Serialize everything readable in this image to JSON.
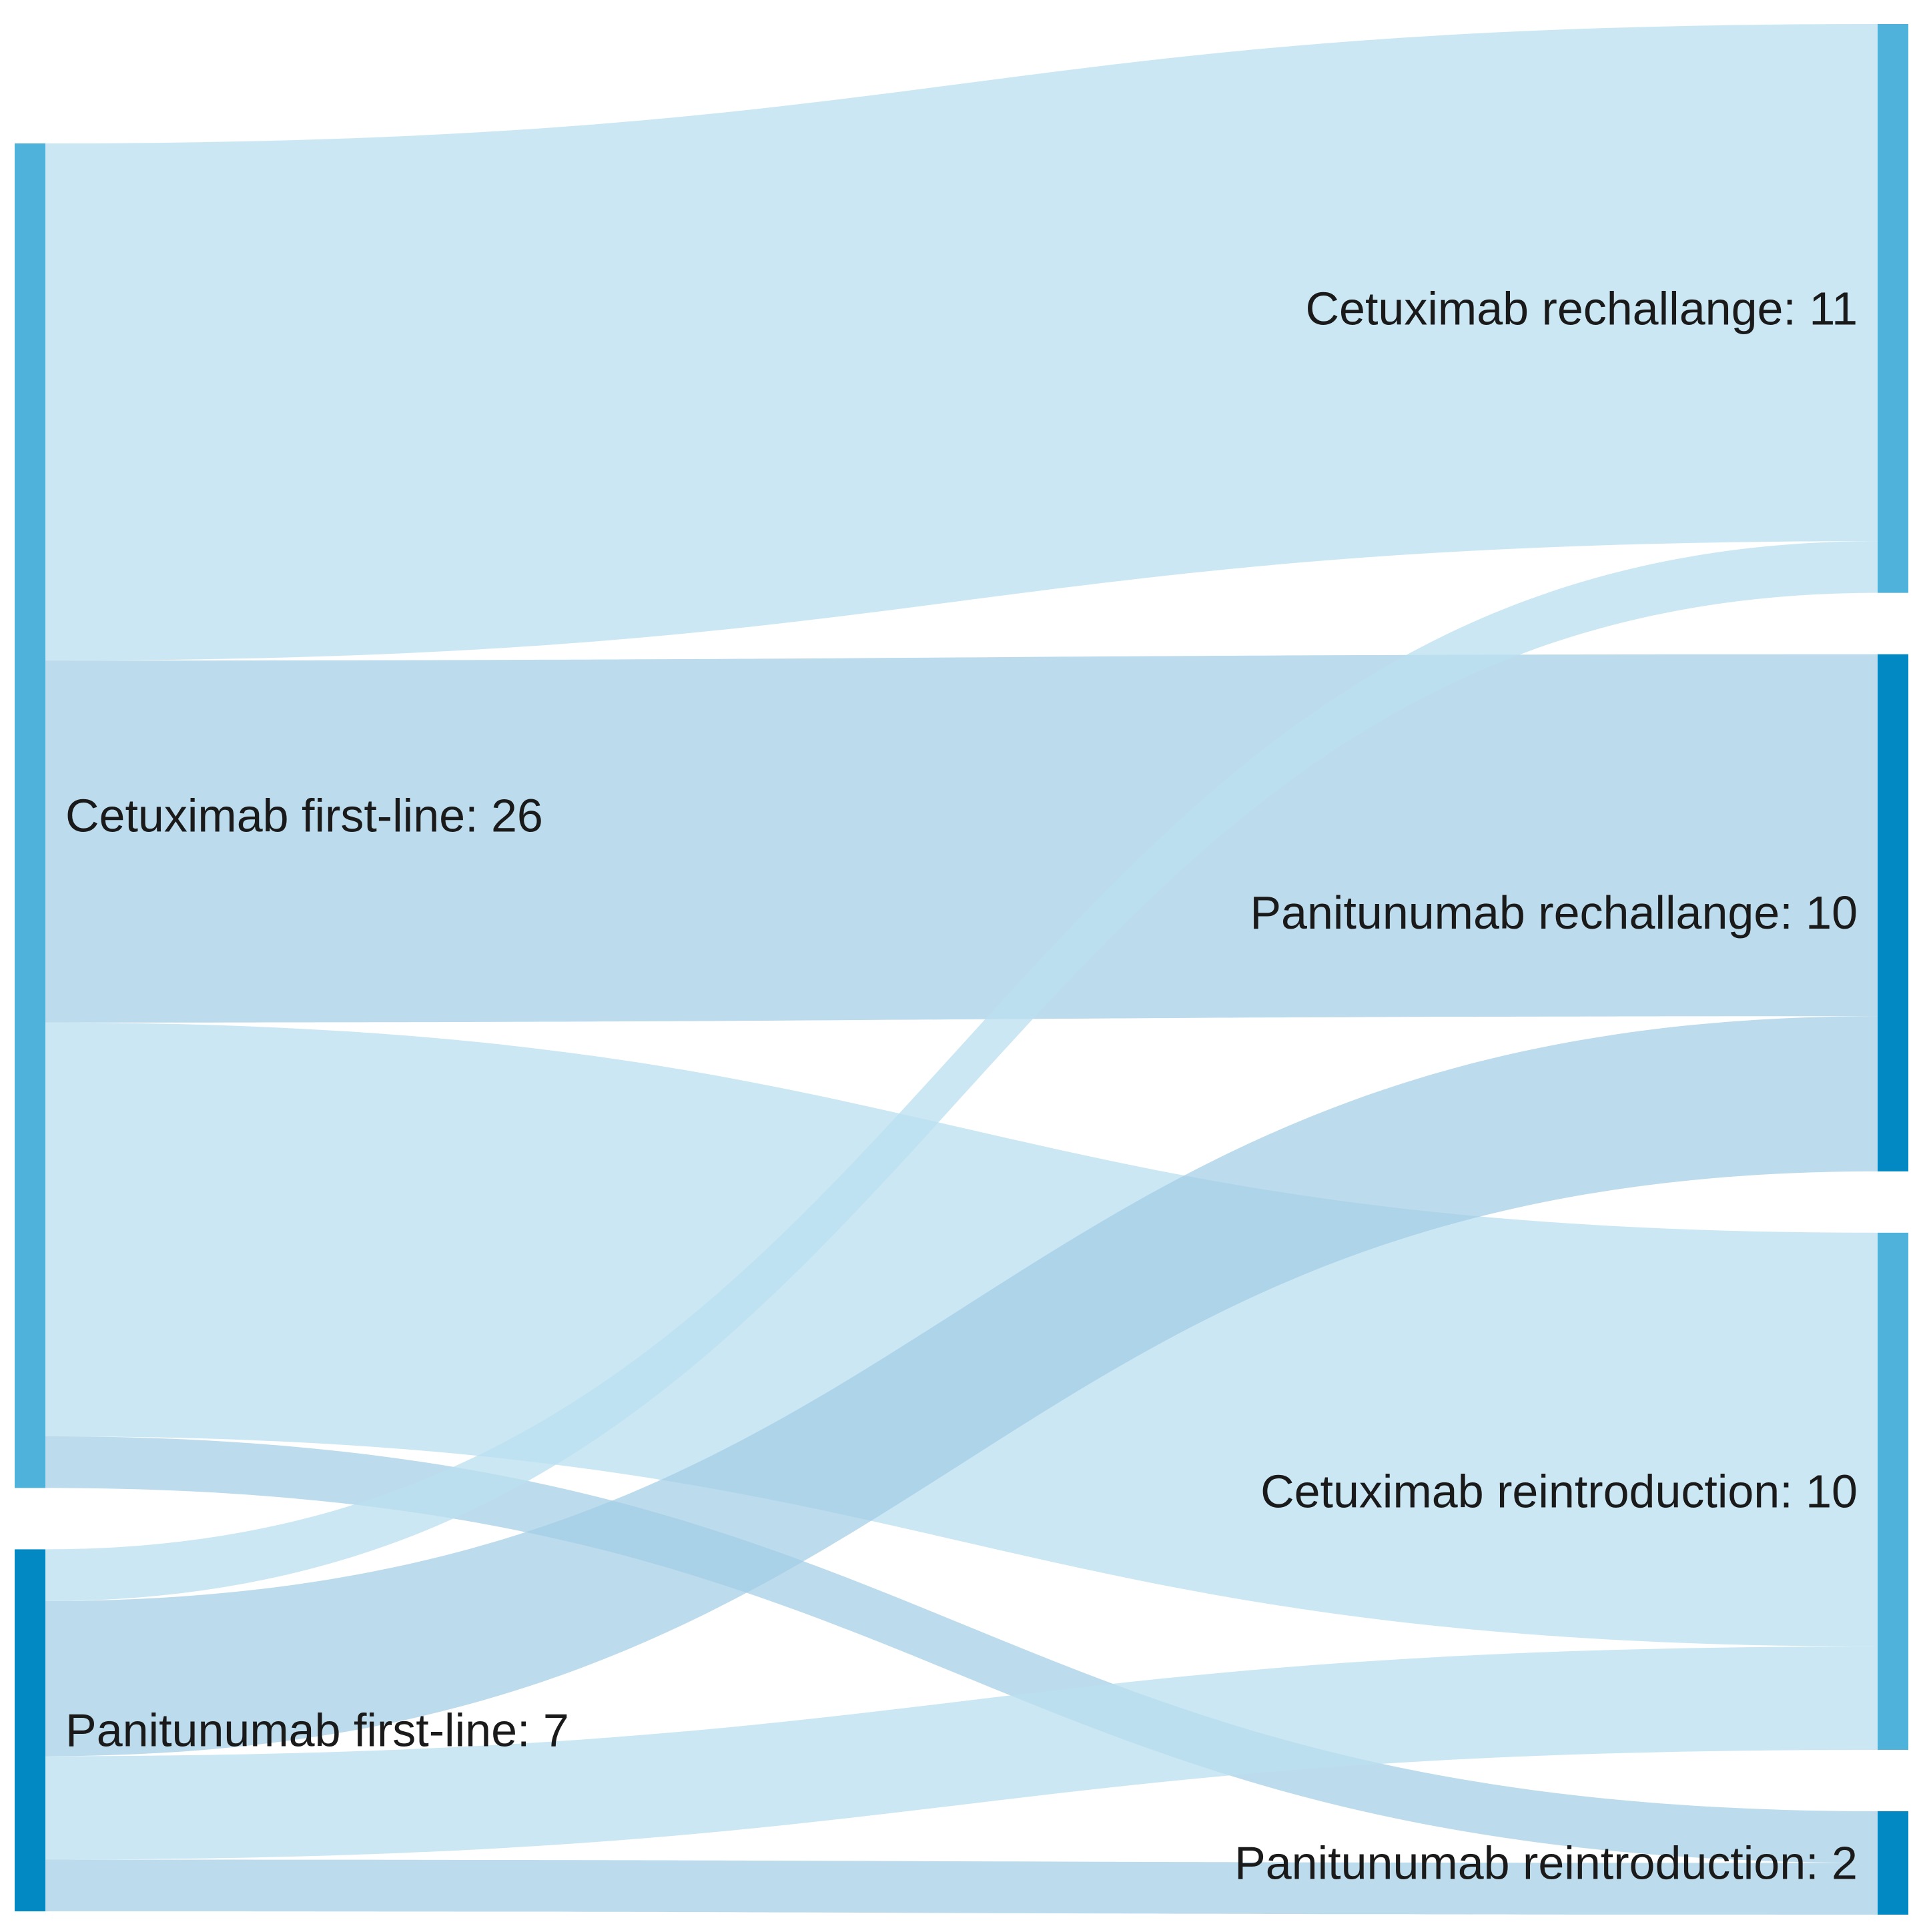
{
  "chart_data": {
    "type": "sankey",
    "colors": {
      "node_cetuximab": "#4fb2da",
      "node_panitunumab": "#0289c4",
      "link_light": "#bbe0f0",
      "link_medium": "#a2cde4",
      "link_alpha_light": 0.78,
      "link_alpha_medium": 0.72
    },
    "sources": [
      {
        "id": "cetux_first",
        "label": "Cetuximab first-line: 26",
        "value": 26,
        "color": "node_cetuximab"
      },
      {
        "id": "panit_first",
        "label": "Panitunumab first-line: 7",
        "value": 7,
        "color": "node_panitunumab"
      }
    ],
    "targets": [
      {
        "id": "cetux_rechal",
        "label": "Cetuximab rechallange: 11",
        "value": 11,
        "color": "node_cetuximab"
      },
      {
        "id": "panit_rechal",
        "label": "Panitunumab rechallange: 10",
        "value": 10,
        "color": "node_panitunumab"
      },
      {
        "id": "cetux_reintro",
        "label": "Cetuximab reintroduction: 10",
        "value": 10,
        "color": "node_cetuximab"
      },
      {
        "id": "panit_reintro",
        "label": "Panitunumab reintroduction: 2",
        "value": 2,
        "color": "node_panitunumab"
      }
    ],
    "links": [
      {
        "source": "cetux_first",
        "target": "cetux_rechal",
        "value": 10,
        "shade": "light"
      },
      {
        "source": "cetux_first",
        "target": "panit_rechal",
        "value": 7,
        "shade": "medium"
      },
      {
        "source": "cetux_first",
        "target": "cetux_reintro",
        "value": 8,
        "shade": "light"
      },
      {
        "source": "cetux_first",
        "target": "panit_reintro",
        "value": 1,
        "shade": "medium"
      },
      {
        "source": "panit_first",
        "target": "cetux_rechal",
        "value": 1,
        "shade": "light"
      },
      {
        "source": "panit_first",
        "target": "panit_rechal",
        "value": 3,
        "shade": "medium"
      },
      {
        "source": "panit_first",
        "target": "cetux_reintro",
        "value": 2,
        "shade": "light"
      },
      {
        "source": "panit_first",
        "target": "panit_reintro",
        "value": 1,
        "shade": "medium"
      }
    ]
  }
}
